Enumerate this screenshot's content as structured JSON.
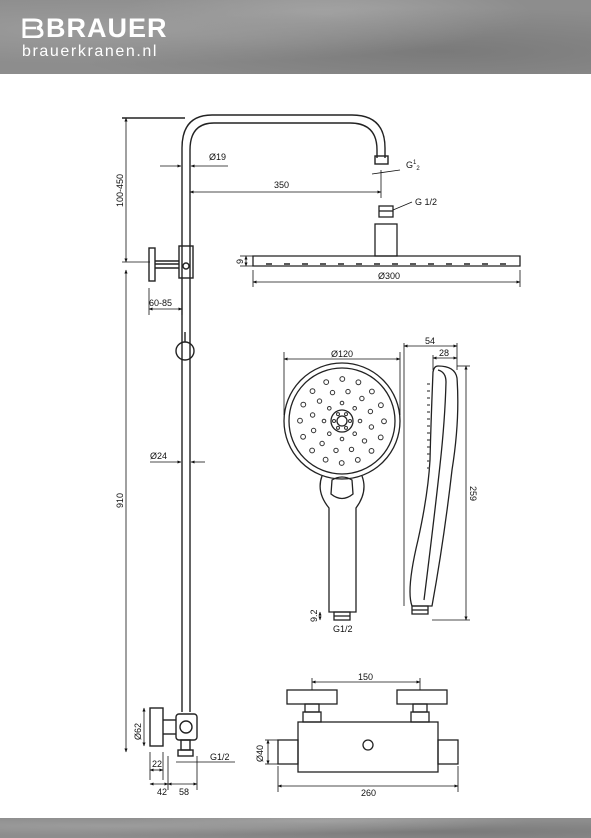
{
  "header": {
    "brand": "BRAUER",
    "website": "brauerkranen.nl"
  },
  "dimensions": {
    "d_top": "Ø19",
    "g_top": "G",
    "g_top_sup": "1",
    "g_top_sub": "2",
    "arm": "350",
    "g_half_small": "G 1/2",
    "h100": "100-450",
    "head_t": "9",
    "head_d": "Ø300",
    "w6085": "60-85",
    "d120": "Ø120",
    "w54": "54",
    "w28": "28",
    "d24": "Ø24",
    "h910": "910",
    "h259": "259",
    "d92": "9.2",
    "g12a": "G1/2",
    "d62": "Ø62",
    "w22": "22",
    "g12b": "G1/2",
    "w42": "42",
    "w58": "58",
    "w150": "150",
    "d40": "Ø40",
    "w260": "260"
  }
}
